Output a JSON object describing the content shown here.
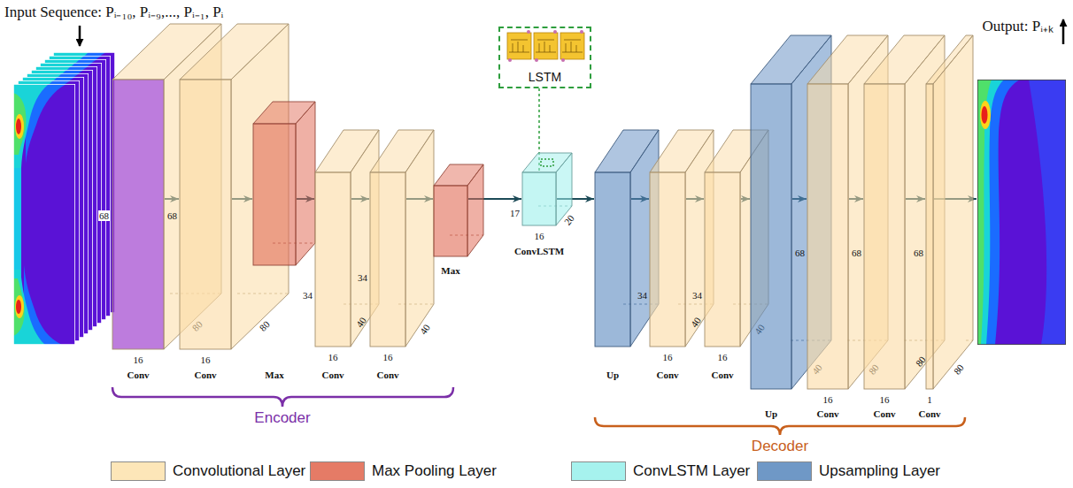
{
  "diagram": {
    "nodes": [
      {
        "text": [
          "Input Sequence: Pᵢ₋₁₀, Pᵢ₋₉,..., Pᵢ₋₁, Pᵢ"
        ]
      },
      {
        "text": [
          "68",
          "80",
          "16",
          "Conv"
        ]
      },
      {
        "text": [
          "68",
          "80",
          "16",
          "Conv"
        ]
      },
      {
        "text": [
          "Max"
        ]
      },
      {
        "text": [
          "34",
          "40",
          "16",
          "Conv"
        ]
      },
      {
        "text": [
          "34",
          "40",
          "16",
          "Conv"
        ]
      },
      {
        "text": [
          "Max"
        ]
      },
      {
        "text": [
          "17",
          "16",
          "20",
          "ConvLSTM"
        ]
      },
      {
        "text": [
          "LSTM"
        ]
      },
      {
        "text": [
          "Up"
        ]
      },
      {
        "text": [
          "34",
          "40",
          "16",
          "Conv"
        ]
      },
      {
        "text": [
          "34",
          "40",
          "16",
          "Conv"
        ]
      },
      {
        "text": [
          "40",
          "Up"
        ]
      },
      {
        "text": [
          "68",
          "80",
          "16",
          "Conv"
        ]
      },
      {
        "text": [
          "68",
          "80",
          "16",
          "Conv"
        ]
      },
      {
        "text": [
          "68",
          "80",
          "1",
          "Conv"
        ]
      },
      {
        "text": [
          "Output: Pᵢ₊ₖ"
        ]
      }
    ],
    "edges": [
      {
        "from": 1,
        "to": 2,
        "arrow": "to"
      },
      {
        "from": 2,
        "to": 3,
        "arrow": "to"
      },
      {
        "from": 3,
        "to": 4,
        "arrow": "to"
      },
      {
        "from": 4,
        "to": 5,
        "arrow": "to"
      },
      {
        "from": 5,
        "to": 6,
        "arrow": "to"
      },
      {
        "from": 6,
        "to": 7,
        "arrow": "to"
      },
      {
        "from": 8,
        "to": 7,
        "arrow": "none"
      },
      {
        "from": 7,
        "to": 9,
        "arrow": "to"
      },
      {
        "from": 9,
        "to": 10,
        "arrow": "to"
      },
      {
        "from": 10,
        "to": 11,
        "arrow": "to"
      },
      {
        "from": 11,
        "to": 12,
        "arrow": "to"
      },
      {
        "from": 12,
        "to": 13,
        "arrow": "to"
      },
      {
        "from": 13,
        "to": 14,
        "arrow": "to"
      },
      {
        "from": 14,
        "to": 15,
        "arrow": "to"
      },
      {
        "from": 15,
        "to": 16,
        "arrow": "to"
      }
    ],
    "labels": [
      "Encoder",
      "Decoder"
    ],
    "legend": [
      {
        "text": "Convolutional Layer",
        "color": "#fde6b8"
      },
      {
        "text": "Max Pooling Layer",
        "color": "#e57b66"
      },
      {
        "text": "ConvLSTM Layer",
        "color": "#a6f2ee"
      },
      {
        "text": "Upsampling Layer",
        "color": "#6f98c6"
      }
    ]
  }
}
